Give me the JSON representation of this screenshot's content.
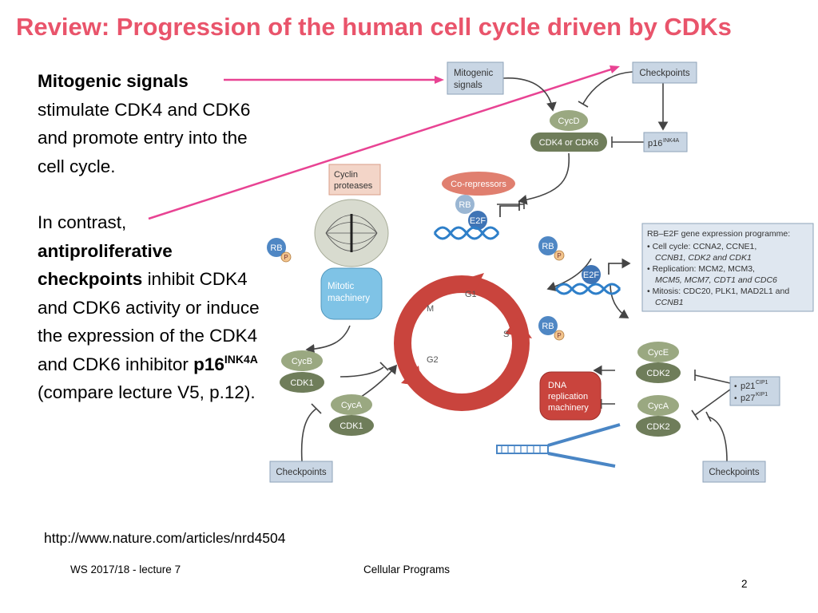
{
  "title": "Review: Progression of the human cell cycle driven by CDKs",
  "left": {
    "mitogenic_bold": "Mitogenic signals",
    "mitogenic_rest": "stimulate CDK4 and CDK6 and promote entry into the cell cycle.",
    "contrast_lead": "In contrast,",
    "anti_bold": "antiproliferative checkpoints",
    "anti_rest": "inhibit CDK4 and CDK6 activity or induce the expression of the CDK4 and CDK6 inhibitor",
    "p16": "p16",
    "p16_sup": "INK4A",
    "compare": "(compare lecture V5, p.12)."
  },
  "url": "http://www.nature.com/articles/nrd4504",
  "footer": {
    "left": "WS 2017/18 - lecture 7",
    "center": "Cellular Programs",
    "page": "2"
  },
  "figure": {
    "mitogenic_l1": "Mitogenic",
    "mitogenic_l2": "signals",
    "checkpoints": "Checkpoints",
    "cycd": "CycD",
    "cdk4_cdk6": "CDK4 or CDK6",
    "p16_main": "p16",
    "p16_sup": "INK4A",
    "cyclin_l1": "Cyclin",
    "cyclin_l2": "proteases",
    "corepressors": "Co-repressors",
    "rb": "RB",
    "e2f": "E2F",
    "p": "P",
    "mitotic_l1": "Mitotic",
    "mitotic_l2": "machinery",
    "phase_m": "M",
    "phase_g1": "G1",
    "phase_s": "S",
    "phase_g2": "G2",
    "cycb": "CycB",
    "cdk1": "CDK1",
    "cyca": "CycA",
    "cyce": "CycE",
    "cdk2": "CDK2",
    "dna_l1": "DNA",
    "dna_l2": "replication",
    "dna_l3": "machinery",
    "p21_main": "p21",
    "p21_sup": "CIP1",
    "p27_main": "p27",
    "p27_sup": "KIP1",
    "bullet": "•",
    "prog_title": "RB–E2F gene expression programme:",
    "prog_l1": "• Cell cycle: CCNA2, CCNE1,",
    "prog_l2": "CCNB1, CDK2 and CDK1",
    "prog_l3": "• Replication: MCM2, MCM3,",
    "prog_l4": "MCM5, MCM7, CDT1 and CDC6",
    "prog_l5": "• Mitosis: CDC20, PLK1, MAD2L1 and",
    "prog_l6": "CCNB1"
  },
  "colors": {
    "title": "#e9546b",
    "pointer": "#e84393",
    "cdk_green": "#6f7d5a",
    "cyclin_green": "#9aa881",
    "rb_blue": "#4f87c4",
    "cycle_red": "#c9443d"
  }
}
